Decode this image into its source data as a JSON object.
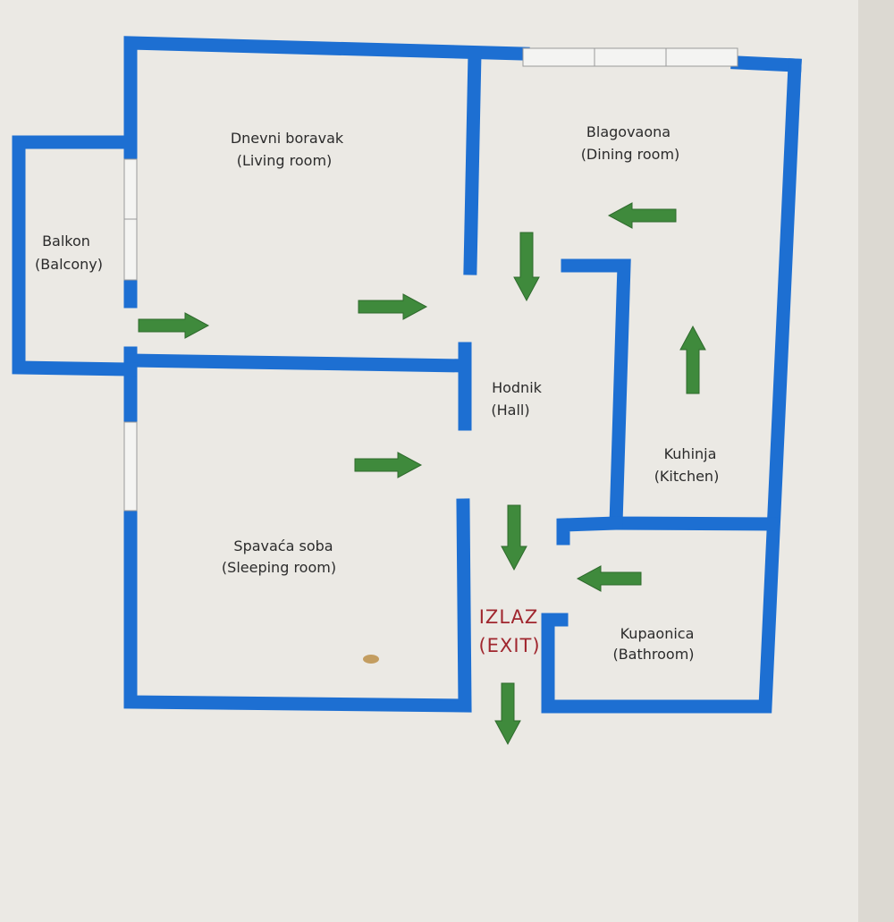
{
  "colors": {
    "wall": "#1d6fd2",
    "arrow": "#3f8a3c",
    "paper": "#efeeea",
    "window": "#f4f4f2",
    "exit_text": "#a0262e"
  },
  "rooms": {
    "living": {
      "name": "Dnevni boravak",
      "translation": "(Living room)"
    },
    "dining": {
      "name": "Blagovaona",
      "translation": "(Dining room)"
    },
    "balcony": {
      "name": "Balkon",
      "translation": "(Balcony)"
    },
    "hall": {
      "name": "Hodnik",
      "translation": "(Hall)"
    },
    "kitchen": {
      "name": "Kuhinja",
      "translation": "(Kitchen)"
    },
    "sleeping": {
      "name": "Spavaća soba",
      "translation": "(Sleeping room)"
    },
    "bathroom": {
      "name": "Kupaonica",
      "translation": "(Bathroom)"
    }
  },
  "exit": {
    "name": "IZLAZ",
    "translation": "(EXIT)"
  },
  "arrows": [
    "right",
    "right",
    "left",
    "down",
    "up",
    "right",
    "down",
    "left",
    "down"
  ]
}
